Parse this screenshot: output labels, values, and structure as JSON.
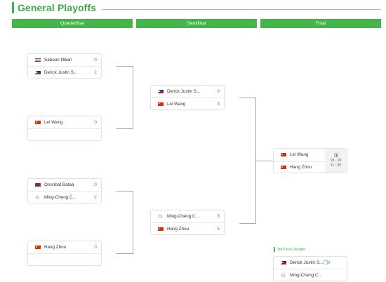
{
  "page": {
    "title": "General Playoffs"
  },
  "rounds": [
    {
      "label": "Quarterfinal"
    },
    {
      "label": "Semifinal"
    },
    {
      "label": "Final"
    }
  ],
  "quarterfinals": [
    {
      "p1": {
        "name": "Saboori Nikan",
        "flag": "iran-flag",
        "score": "0"
      },
      "p2": {
        "name": "Derick Justin S...",
        "flag": "philippines-flag",
        "score": "2"
      }
    },
    {
      "p1": {
        "name": "Lei Wang",
        "flag": "china-flag",
        "score": "0"
      },
      "p2": {
        "name": "",
        "flag": "",
        "score": ""
      }
    },
    {
      "p1": {
        "name": "Ononbat Bataa",
        "flag": "mongolia-flag",
        "score": "0"
      },
      "p2": {
        "name": "Ming-Cheng C...",
        "flag": "chinese-taipei-flag",
        "score": "2"
      }
    },
    {
      "p1": {
        "name": "Hang Zhou",
        "flag": "china-flag",
        "score": "0"
      },
      "p2": {
        "name": "",
        "flag": "",
        "score": ""
      }
    }
  ],
  "semifinals": [
    {
      "p1": {
        "name": "Derick Justin S...",
        "flag": "philippines-flag",
        "score": "0"
      },
      "p2": {
        "name": "Lei Wang",
        "flag": "china-flag",
        "score": "3"
      }
    },
    {
      "p1": {
        "name": "Ming-Cheng C...",
        "flag": "chinese-taipei-flag",
        "score": "3"
      },
      "p2": {
        "name": "Hang Zhou",
        "flag": "china-flag",
        "score": "5"
      }
    }
  ],
  "final": {
    "p1": {
      "name": "Lei Wang",
      "flag": "china-flag"
    },
    "p2": {
      "name": "Hang Zhou",
      "flag": "china-flag"
    },
    "date": "09 - 28",
    "time": "11 : 00",
    "icon": "clock-icon"
  },
  "third_place": {
    "label": "3rd Place Decider",
    "p1": {
      "name": "Derick Justin S...",
      "flag": "philippines-flag"
    },
    "p2": {
      "name": "Ming-Cheng C...",
      "flag": "chinese-taipei-flag"
    },
    "icon": "video-icon"
  },
  "colors": {
    "accent": "#43b549",
    "win": "#3fa846",
    "loss": "#e1453a",
    "line": "#a8a8a8"
  }
}
